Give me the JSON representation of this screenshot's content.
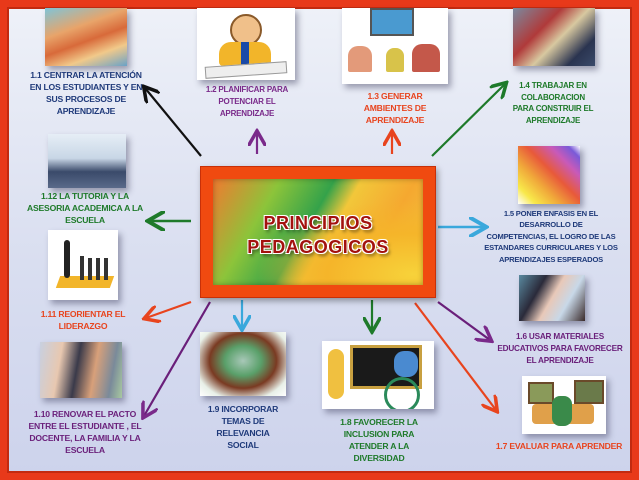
{
  "center": {
    "title_line1": "PRINCIPIOS",
    "title_line2": "PEDAGOGICOS",
    "border_color": "#f04a10",
    "text_color": "#a3120e"
  },
  "principles": [
    {
      "id": "1.1",
      "lines": [
        "1.1 CENTRAR LA ATENCIÓN",
        "EN LOS ESTUDIANTES Y EN",
        "SUS PROCESOS DE",
        "APRENDIZAJE"
      ],
      "color": "#1f3a7a",
      "arrow_color": "#111111",
      "image": "children-with-teacher"
    },
    {
      "id": "1.2",
      "lines": [
        "1.2 PLANIFICAR PARA",
        "POTENCIAR EL",
        "APRENDIZAJE"
      ],
      "color": "#7a2a8a",
      "arrow_color": "#7a2a8a",
      "image": "boy-writing"
    },
    {
      "id": "1.3",
      "lines": [
        "1.3  GENERAR",
        "AMBIENTES DE",
        "APRENDIZAJE"
      ],
      "color": "#e8441e",
      "arrow_color": "#e8441e",
      "image": "classroom-with-map"
    },
    {
      "id": "1.4",
      "lines": [
        "1.4 TRABAJAR EN",
        "COLABORACION",
        "PARA CONSTRUIR EL",
        "APRENDIZAJE"
      ],
      "color": "#1e7a2a",
      "arrow_color": "#1e7a2a",
      "image": "students-working-together"
    },
    {
      "id": "1.5",
      "lines": [
        "1.5 PONER ENFASIS EN EL",
        "DESARROLLO DE",
        "COMPETENCIAS, EL LOGRO DE LAS",
        "ESTANDARES CURRICULARES Y LOS",
        "APRENDIZAJES ESPERADOS"
      ],
      "color": "#1f3a7a",
      "arrow_color": "#3aa8dc",
      "image": "colorful-climbing-figures"
    },
    {
      "id": "1.6",
      "lines": [
        "1.6 USAR MATERIALES",
        "EDUCATIVOS PARA FAVORECER",
        "EL APRENDIZAJE"
      ],
      "color": "#6a1f7a",
      "arrow_color": "#6a1f7a",
      "image": "girls-reading"
    },
    {
      "id": "1.7",
      "lines": [
        "1.7 EVALUAR PARA APRENDER"
      ],
      "color": "#e8441e",
      "arrow_color": "#e8441e",
      "image": "classroom-group"
    },
    {
      "id": "1.8",
      "lines": [
        "1.8 FAVORECER LA",
        "INCLUSION PARA",
        "ATENDER A LA",
        "DIVERSIDAD"
      ],
      "color": "#1e7a2a",
      "arrow_color": "#1e7a2a",
      "image": "kids-at-blackboard-wheelchair"
    },
    {
      "id": "1.9",
      "lines": [
        "1.9 INCORPORAR",
        "TEMAS DE",
        "RELEVANCIA",
        "SOCIAL"
      ],
      "color": "#1f3a7a",
      "arrow_color": "#3aa8dc",
      "image": "hands-holding-earth"
    },
    {
      "id": "1.10",
      "lines": [
        "1.10 RENOVAR EL PACTO",
        "ENTRE EL ESTUDIANTE , EL",
        "DOCENTE, LA FAMILIA Y LA",
        "ESCUELA"
      ],
      "color": "#6a1f7a",
      "arrow_color": "#6a1f7a",
      "image": "teacher-student-family"
    },
    {
      "id": "1.11",
      "lines": [
        "1.11   REORIENTAR EL",
        "LIDERAZGO"
      ],
      "color": "#e8441e",
      "arrow_color": "#e8441e",
      "image": "leader-figures"
    },
    {
      "id": "1.12",
      "lines": [
        "1.12 LA TUTORIA Y LA",
        "ASESORIA ACADEMICA A LA",
        "ESCUELA"
      ],
      "color": "#1e7a2a",
      "arrow_color": "#1e7a2a",
      "image": "business-presentation"
    }
  ]
}
